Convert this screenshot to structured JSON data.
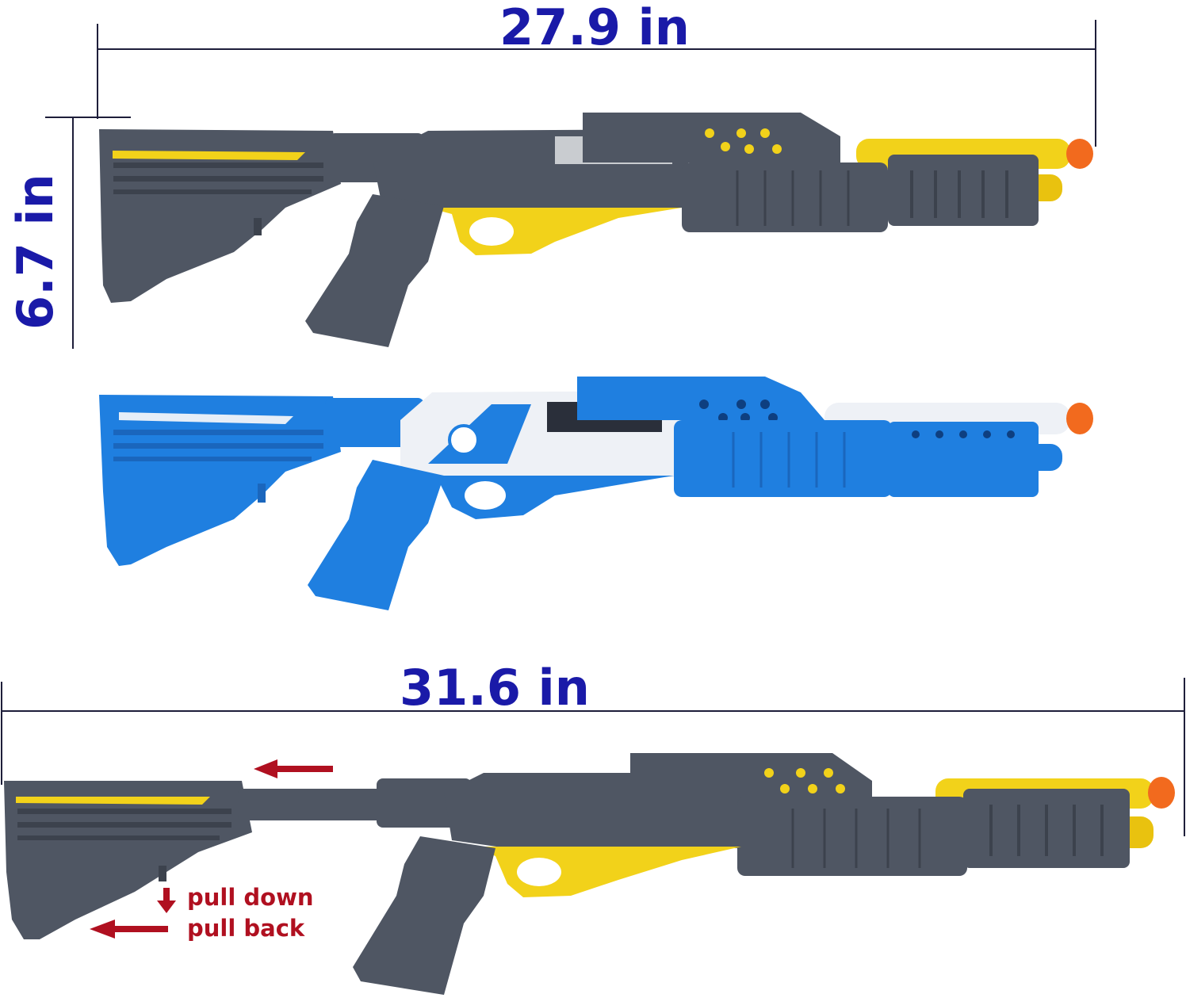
{
  "measurements": {
    "top_length": "27.9 in",
    "top_height": "6.7 in",
    "extended_length": "31.6 in"
  },
  "instructions": {
    "step1": "pull down",
    "step2": "pull back"
  },
  "colors": {
    "dimension_text": "#1a1aa8",
    "dimension_line": "#1e1e3a",
    "hint_text": "#b01020",
    "grey_body": "#4f5663",
    "yellow_accent": "#f2d21a",
    "blue_body": "#1f7fe0",
    "white_body": "#eef1f6",
    "tip_orange": "#f26a1e"
  },
  "icons": [
    "arrow-down-icon",
    "arrow-left-icon",
    "brand-logo-AL"
  ]
}
